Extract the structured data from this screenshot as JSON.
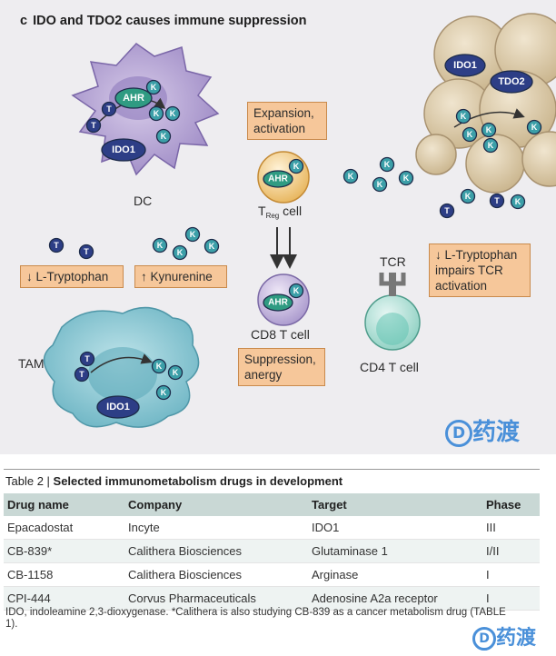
{
  "figure": {
    "panel_letter": "c",
    "title": "IDO and TDO2 causes immune suppression",
    "labels": {
      "dc": "DC",
      "tam": "TAM",
      "treg": "T",
      "treg_sub": "Reg",
      "treg_suffix": " cell",
      "cd8": "CD8 T cell",
      "cd4": "CD4 T cell",
      "tcr": "TCR"
    },
    "molecules": {
      "ahr": "AHR",
      "ido1": "IDO1",
      "tdo2": "TDO2",
      "t": "T",
      "k": "K"
    },
    "boxes": {
      "low_trp": "↓ L-Tryptophan",
      "high_kyn": "↑ Kynurenine",
      "expansion_l1": "Expansion,",
      "expansion_l2": "activation",
      "suppression_l1": "Suppression,",
      "suppression_l2": "anergy",
      "tcr_l1": "↓ L-Tryptophan",
      "tcr_l2": "impairs TCR",
      "tcr_l3": "activation"
    },
    "colors": {
      "dc_purple": "#b9a7d6",
      "tam_teal": "#8fcbd6",
      "ido_navy": "#2d3e86",
      "ahr_green": "#2f9b82",
      "k_teal": "#3c9fa8",
      "tumor_tan": "#d9c7a6",
      "box_orange": "#f6c79a"
    }
  },
  "watermark": {
    "text": "药渡",
    "logo": "D"
  },
  "table": {
    "caption_prefix": "Table 2 | ",
    "caption_bold": "Selected immunometabolism drugs in development",
    "headers": [
      "Drug name",
      "Company",
      "Target",
      "Phase"
    ],
    "rows": [
      [
        "Epacadostat",
        "Incyte",
        "IDO1",
        "III"
      ],
      [
        "CB-839*",
        "Calithera Biosciences",
        "Glutaminase 1",
        "I/II"
      ],
      [
        "CB-1158",
        "Calithera Biosciences",
        "Arginase",
        "I"
      ],
      [
        "CPI-444",
        "Corvus Pharmaceuticals",
        "Adenosine A2a receptor",
        "I"
      ]
    ],
    "footnote": "IDO, indoleamine 2,3-dioxygenase. *Calithera is also studying CB-839 as a cancer metabolism drug (TABLE 1)."
  }
}
